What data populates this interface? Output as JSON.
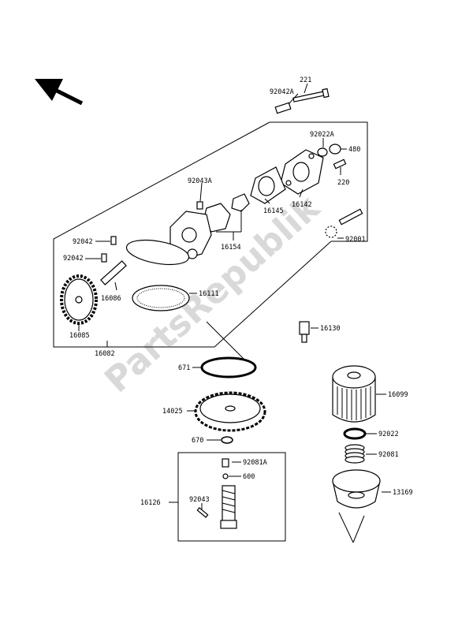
{
  "watermark": "PartsRepublik",
  "labels": {
    "p221": "221",
    "p92042A": "92042A",
    "p92022A": "92022A",
    "p480": "480",
    "p220": "220",
    "p92043A": "92043A",
    "p16145": "16145",
    "p16142": "16142",
    "p92001": "92001",
    "p16154": "16154",
    "p92042_a": "92042",
    "p92042_b": "92042",
    "p16086": "16086",
    "p16111": "16111",
    "p16085": "16085",
    "p16082": "16082",
    "p16130": "16130",
    "p671": "671",
    "p16099": "16099",
    "p14025": "14025",
    "p670": "670",
    "p92022": "92022",
    "p92081": "92081",
    "p92081A": "92081A",
    "p600": "600",
    "p16126": "16126",
    "p92043": "92043",
    "p13169": "13169"
  },
  "icons": {
    "direction": "front-direction-arrow-icon"
  }
}
